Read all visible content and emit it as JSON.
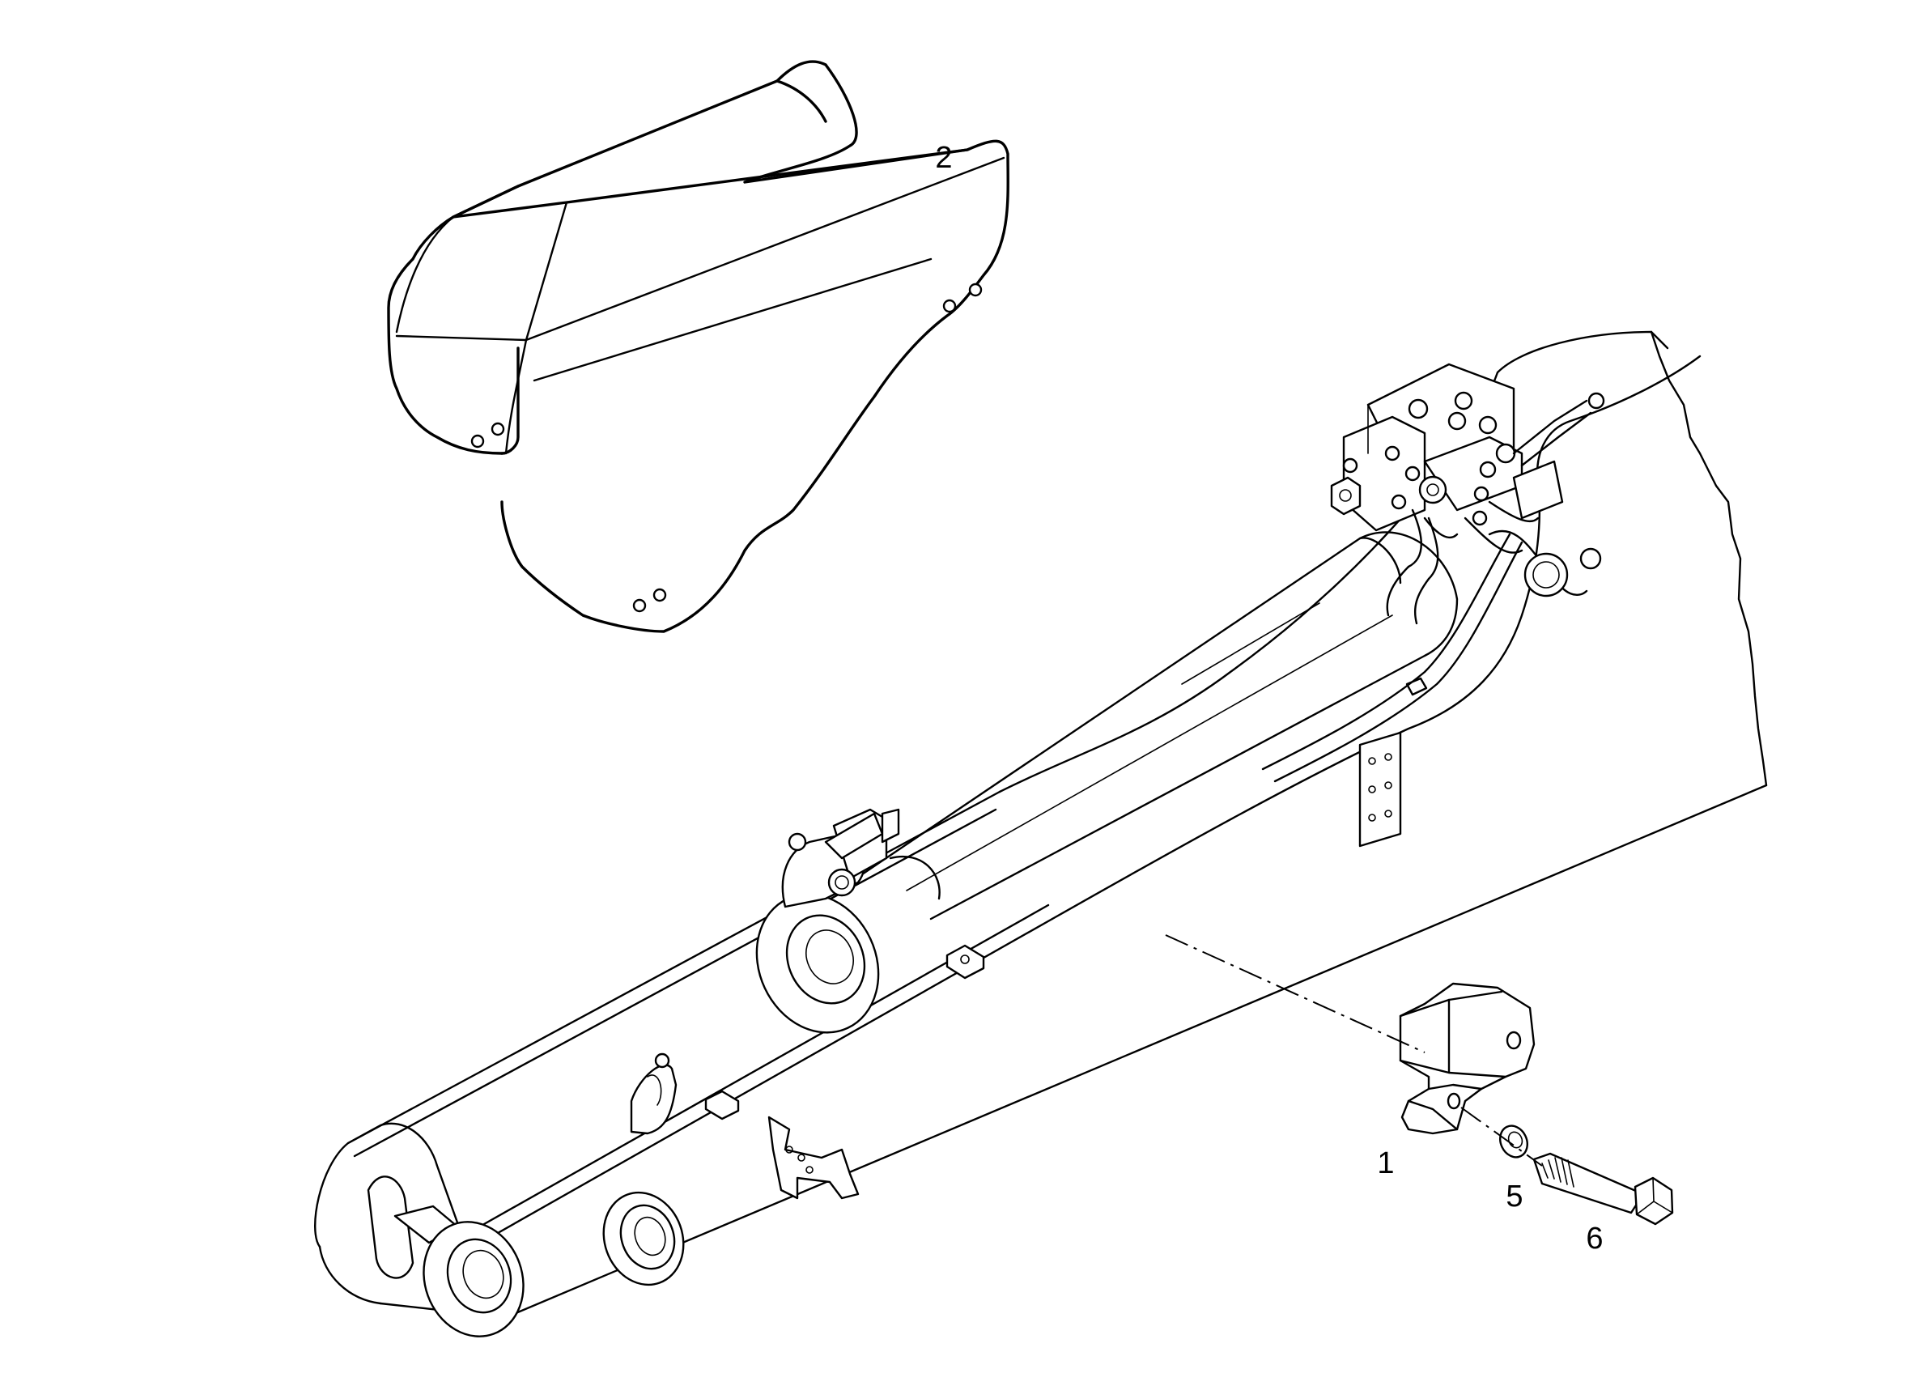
{
  "figure": {
    "callouts": [
      {
        "id": "1",
        "label": "1",
        "part": "mounting-bracket"
      },
      {
        "id": "2",
        "label": "2",
        "part": "cylinder-guard-cover"
      },
      {
        "id": "5",
        "label": "5",
        "part": "washer"
      },
      {
        "id": "6",
        "label": "6",
        "part": "bolt"
      }
    ]
  },
  "colors": {
    "ink": "#000000",
    "paper": "#ffffff"
  }
}
